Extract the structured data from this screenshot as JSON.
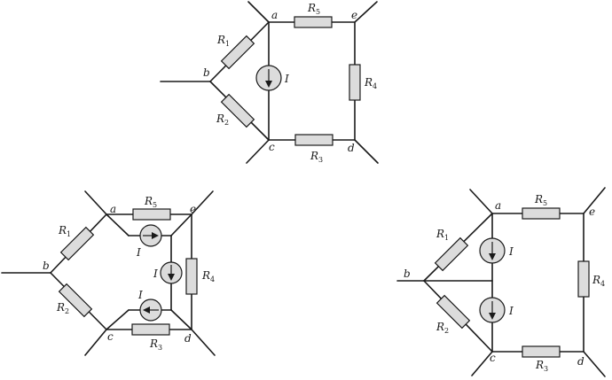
{
  "nodes": {
    "a": "a",
    "b": "b",
    "c": "c",
    "d": "d",
    "e": "e"
  },
  "current": "I",
  "resistors": {
    "r1": {
      "main": "R",
      "sub": "1"
    },
    "r2": {
      "main": "R",
      "sub": "2"
    },
    "r3": {
      "main": "R",
      "sub": "3"
    },
    "r4": {
      "main": "R",
      "sub": "4"
    },
    "r5": {
      "main": "R",
      "sub": "5"
    }
  }
}
